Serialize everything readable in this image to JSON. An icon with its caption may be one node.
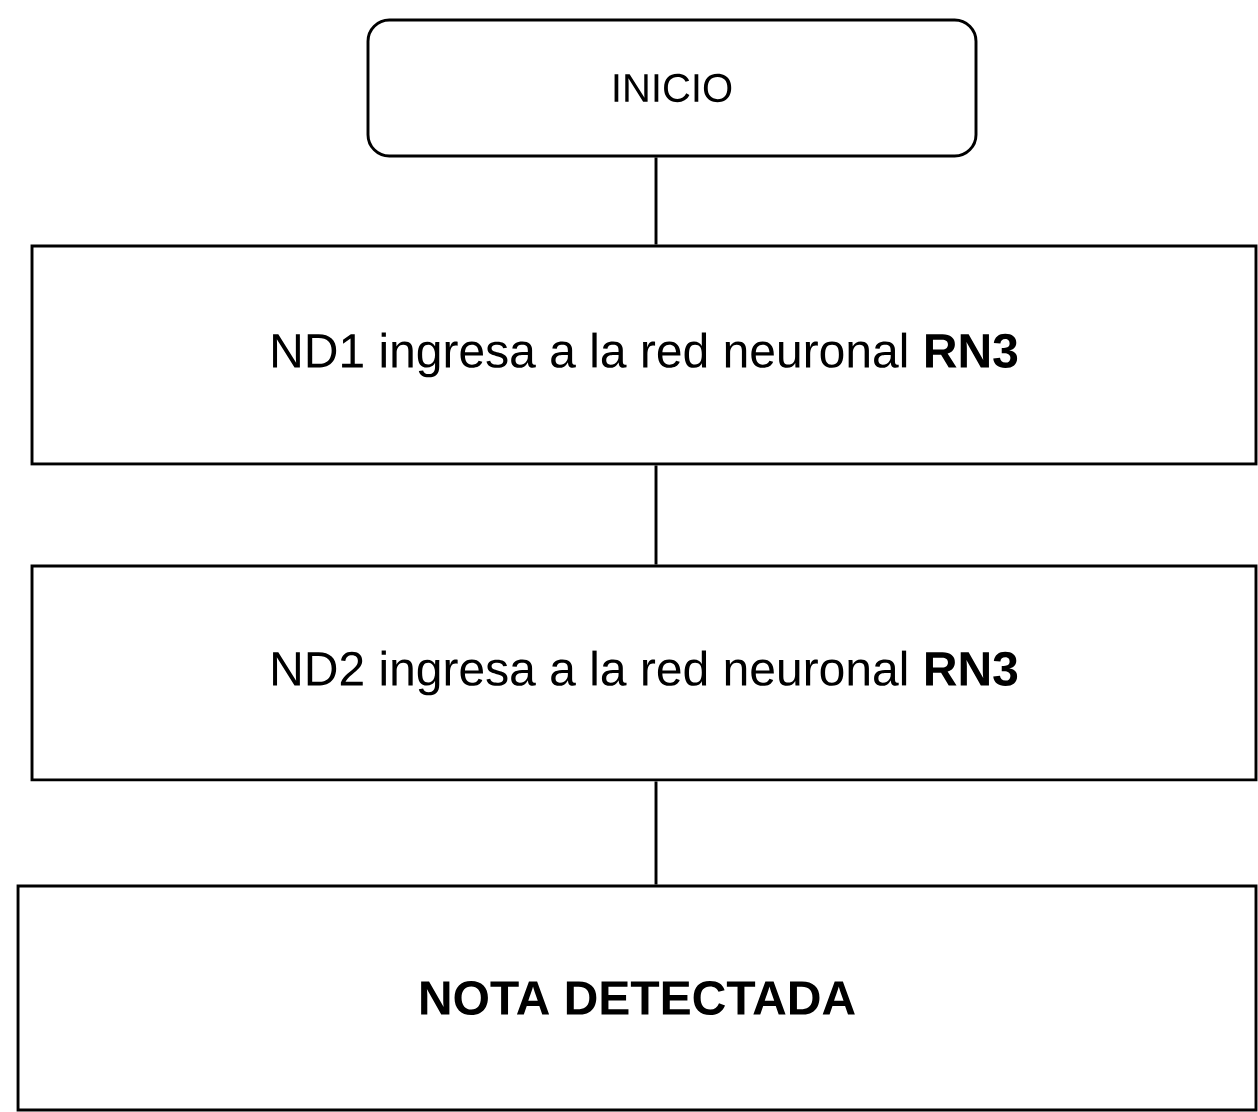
{
  "diagram": {
    "nodes": [
      {
        "text": [
          "INICIO"
        ]
      },
      {
        "text": [
          "ND1 ingresa a la red neuronal **RN3**"
        ]
      },
      {
        "text": [
          "ND2 ingresa a la red neuronal **RN3**"
        ]
      },
      {
        "text": [
          "NOTA DETECTADA"
        ]
      }
    ],
    "edges": [
      {
        "from": 0,
        "to": 1,
        "arrow": "none"
      },
      {
        "from": 1,
        "to": 2,
        "arrow": "none"
      },
      {
        "from": 2,
        "to": 3,
        "arrow": "none"
      }
    ]
  }
}
